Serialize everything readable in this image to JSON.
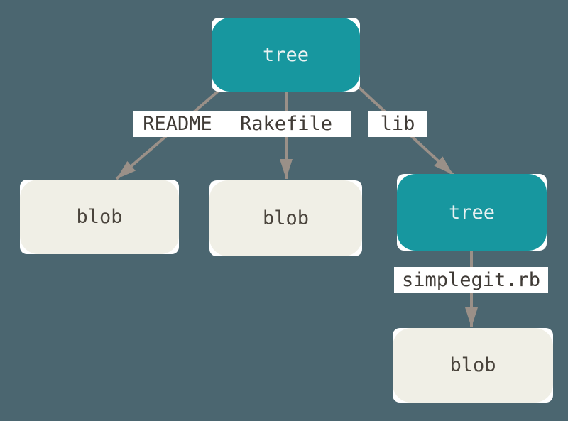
{
  "theme": {
    "background": "#4B6670",
    "tree_fill": "#17979F",
    "tree_text": "#EAF2F2",
    "blob_fill": "#F0EFE6",
    "blob_text": "#4A443C",
    "label_bg": "#FFFFFF",
    "label_text": "#403B36",
    "arrow": "#9A9088",
    "corner_notch": "#FFFFFF"
  },
  "diagram": {
    "nodes": [
      {
        "id": "tree-root",
        "type": "tree",
        "label": "tree"
      },
      {
        "id": "blob-readme",
        "type": "blob",
        "label": "blob"
      },
      {
        "id": "blob-rakefile",
        "type": "blob",
        "label": "blob"
      },
      {
        "id": "tree-lib",
        "type": "tree",
        "label": "tree"
      },
      {
        "id": "blob-simplegit",
        "type": "blob",
        "label": "blob"
      }
    ],
    "edge_labels": [
      {
        "id": "readme",
        "text": "README"
      },
      {
        "id": "rakefile",
        "text": "Rakefile"
      },
      {
        "id": "lib",
        "text": "lib"
      },
      {
        "id": "simplegit",
        "text": "simplegit.rb"
      }
    ]
  }
}
